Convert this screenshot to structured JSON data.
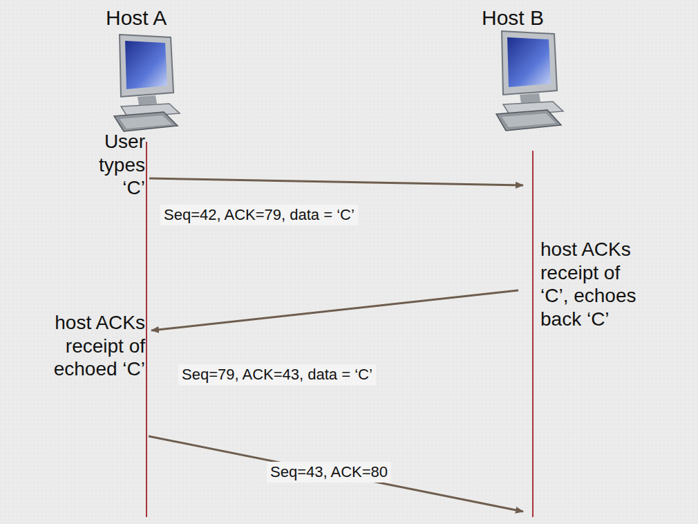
{
  "diagram": {
    "labels": [
      "Host A",
      "Host B",
      "User types ‘C’",
      "Seq=42, ACK=79, data = ‘C’",
      "host ACKs receipt of ‘C’, echoes back ‘C’",
      "Seq=79, ACK=43, data = ‘C’",
      "host ACKs receipt of echoed ‘C’",
      "Seq=43, ACK=80"
    ]
  }
}
